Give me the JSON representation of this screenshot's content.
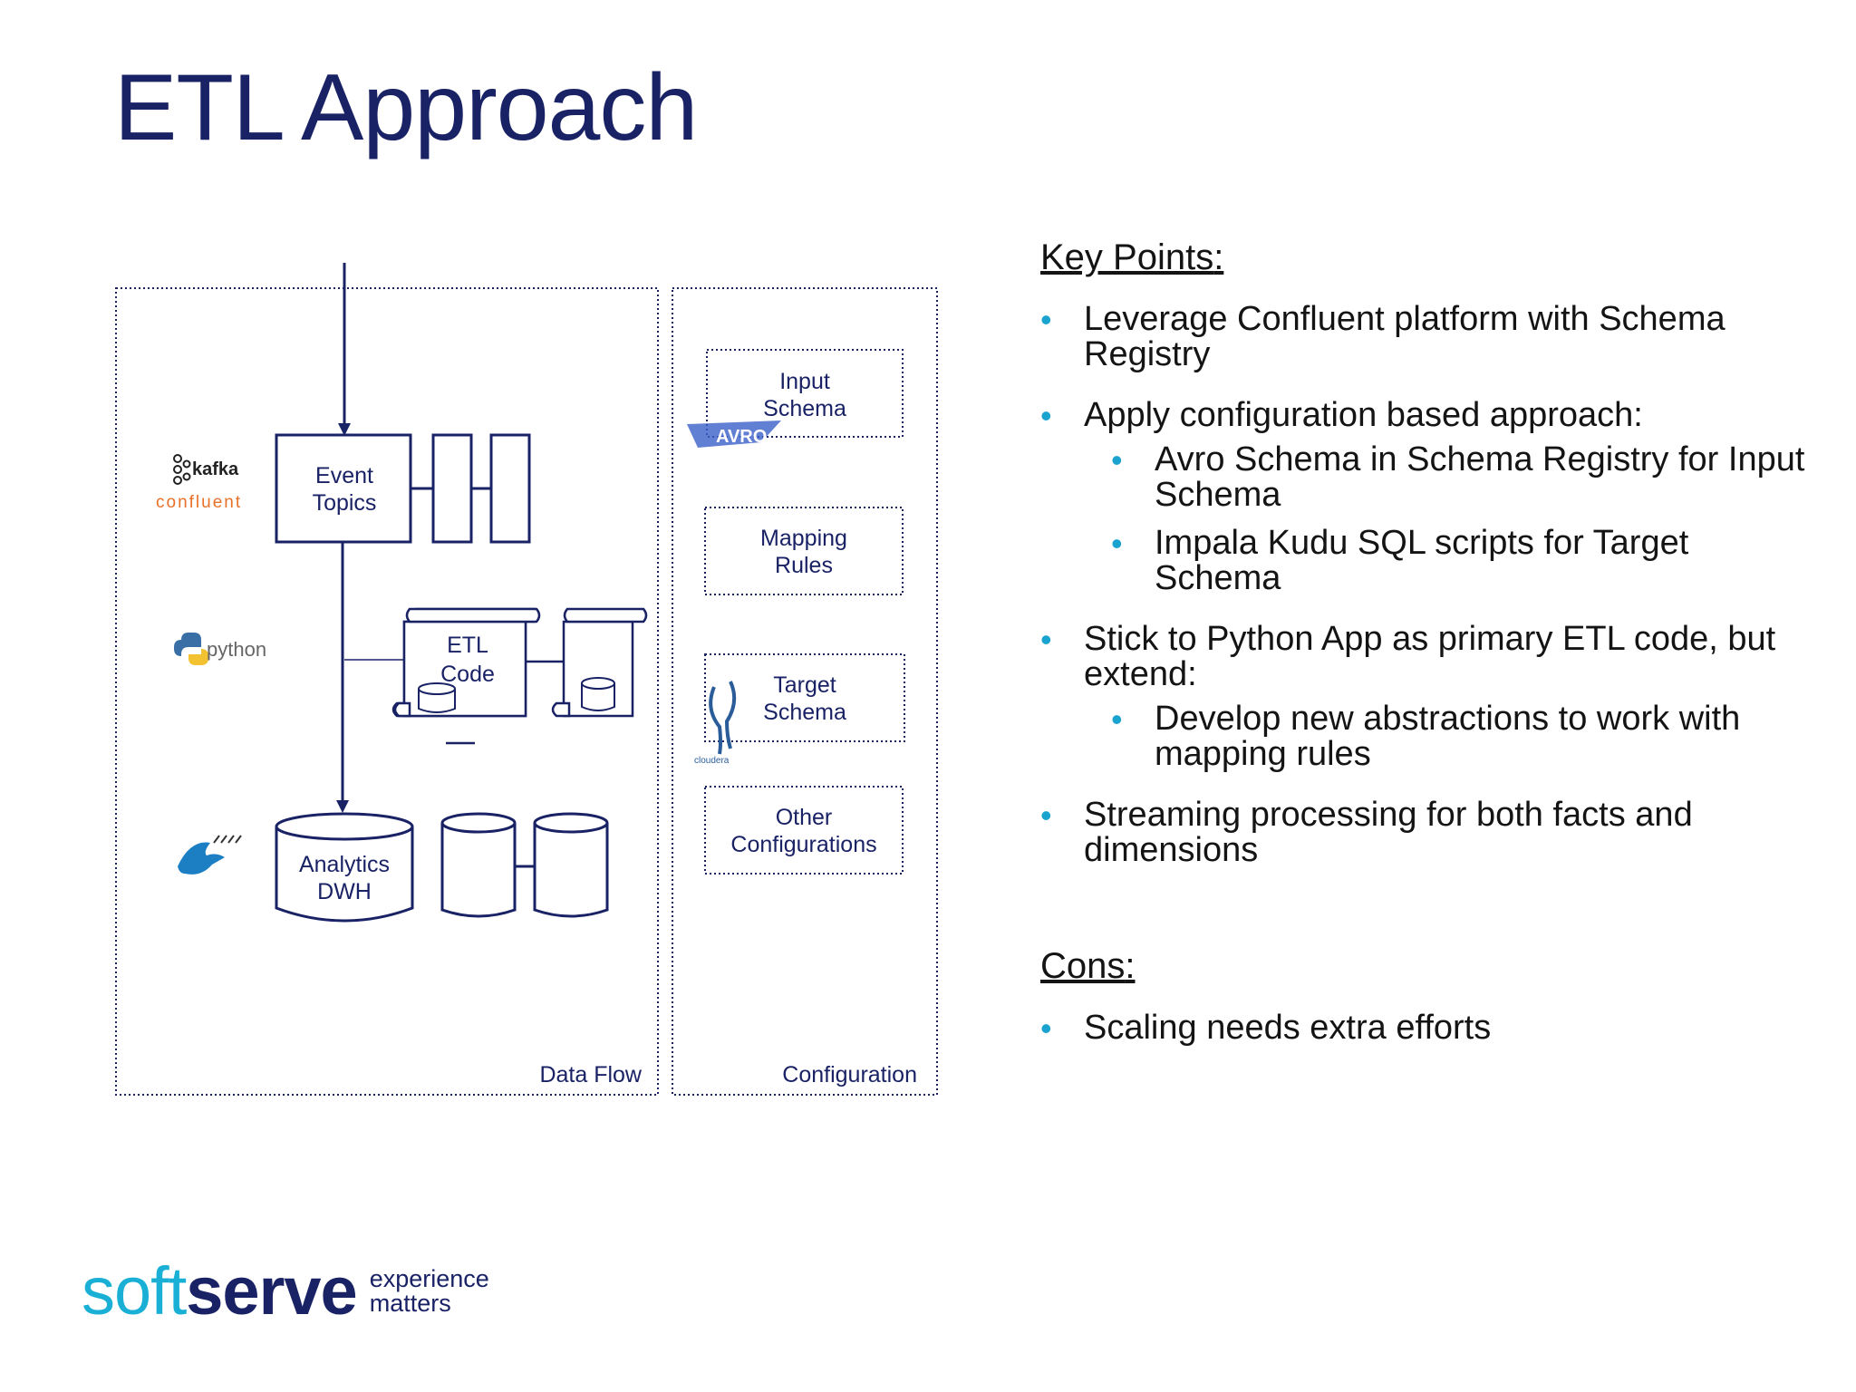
{
  "title": "ETL Approach",
  "diagram": {
    "data_flow_label": "Data Flow",
    "configuration_label": "Configuration",
    "event_topics": [
      "Event",
      "Topics"
    ],
    "etl_code": [
      "ETL",
      "Code"
    ],
    "analytics_dwh": [
      "Analytics",
      "DWH"
    ],
    "config_boxes": [
      {
        "lines": [
          "Input",
          "Schema"
        ]
      },
      {
        "lines": [
          "Mapping",
          "Rules"
        ]
      },
      {
        "lines": [
          "Target",
          "Schema"
        ]
      },
      {
        "lines": [
          "Other",
          "Configurations"
        ]
      }
    ],
    "logos": {
      "kafka": "kafka",
      "confluent": "confluent",
      "python": "python",
      "avro": "AVRO",
      "cloudera": "cloudera"
    }
  },
  "key_points": {
    "heading": "Key Points",
    "items": [
      {
        "text": "Leverage Confluent platform with Schema Registry"
      },
      {
        "text": "Apply configuration based approach:",
        "sub": [
          "Avro Schema in Schema Registry for Input Schema",
          "Impala Kudu SQL scripts for Target Schema"
        ]
      },
      {
        "text": "Stick to Python App as primary ETL code, but extend:",
        "sub": [
          "Develop new abstractions to work with mapping rules"
        ]
      },
      {
        "text": "Streaming processing for both facts and dimensions"
      }
    ]
  },
  "cons": {
    "heading": "Cons",
    "items": [
      "Scaling needs extra efforts"
    ]
  },
  "brand": {
    "soft": "soft",
    "serve": "serve",
    "tag1": "experience",
    "tag2": "matters"
  },
  "colors": {
    "navy": "#1a2266",
    "accent": "#1aa3cf"
  }
}
